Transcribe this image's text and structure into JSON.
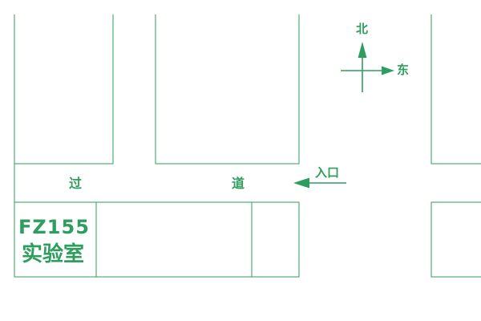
{
  "map": {
    "colors": {
      "line": "#2e9e5e",
      "text": "#2e9e5e",
      "background": "#ffffff"
    },
    "compass": {
      "north_label": "北",
      "east_label": "东",
      "icon": "compass-cross-arrows"
    },
    "corridor": {
      "label_part1": "过",
      "label_part2": "道"
    },
    "entrance": {
      "label": "入口",
      "icon": "arrow-left"
    },
    "lab_room": {
      "code": "FZ155",
      "name": "实验室"
    }
  }
}
